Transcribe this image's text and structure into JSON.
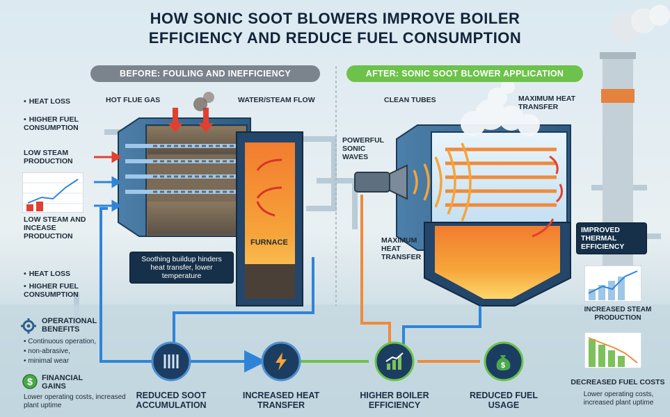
{
  "title": {
    "line1": "HOW SONIC SOOT BLOWERS IMPROVE BOILER",
    "line2": "EFFICIENCY AND REDUCE FUEL CONSUMPTION"
  },
  "before": {
    "header": "BEFORE: FOULING AND INEFFICIENCY",
    "hot_flue_gas": "HOT FLUE GAS",
    "water_steam_flow": "WATER/STEAM FLOW",
    "furnace": "FURNACE",
    "callout": "Soothing buildup hinders heat transfer, lower temperature"
  },
  "left_side": {
    "bullets_top": [
      "HEAT LOSS",
      "HIGHER FUEL CONSUMPTION"
    ],
    "low_steam_production": "LOW STEAM PRODUCTION",
    "low_steam_increase": "LOW STEAM AND INCEASE PRODUCTION",
    "bullets_bottom": [
      "HEAT LOSS",
      "HIGHER FUEL CONSUMPTION"
    ]
  },
  "after": {
    "header": "AFTER: SONIC SOOT BLOWER APPLICATION",
    "clean_tubes": "CLEAN TUBES",
    "maximum_heat_transfer_top": "MAXIMUM HEAT TRANSFER",
    "powerful_sonic_waves": "POWERFUL SONIC WAVES",
    "maximum_heat_transfer_mid": "MAXIMUM HEAT TRANSFER"
  },
  "right_side": {
    "improved_thermal": "IMPROVED THERMAL EFFICIENCY",
    "increased_steam": "INCREASED STEAM PRODUCTION",
    "decreased_fuel": "DECREASED FUEL COSTS",
    "decreased_fuel_sub": "Lower operating costs, increased plant uptime"
  },
  "benefits": {
    "operational_title": "OPERATIONAL BENEFITS",
    "operational_items": [
      "Continuous operation,",
      "non-abrasive,",
      "minimal wear"
    ],
    "financial_title": "FINANCIAL GAINS",
    "financial_sub": "Lower operating costs, increased plant uptime"
  },
  "steps": [
    {
      "label": "REDUCED SOOT ACCUMULATION",
      "icon": "soot-tubes-icon"
    },
    {
      "label": "INCREASED HEAT TRANSFER",
      "icon": "lightning-bolt-icon"
    },
    {
      "label": "HIGHER BOILER EFFICIENCY",
      "icon": "rising-bar-chart-icon"
    },
    {
      "label": "REDUCED FUEL USAGE",
      "icon": "money-bag-icon"
    }
  ],
  "colors": {
    "navy": "#16304a",
    "flame": "#f47a2a",
    "gas_arrow": "#e2402f",
    "water_arrow": "#2f84d8",
    "green_header": "#6cc24a",
    "gray_header": "#7b848c"
  }
}
